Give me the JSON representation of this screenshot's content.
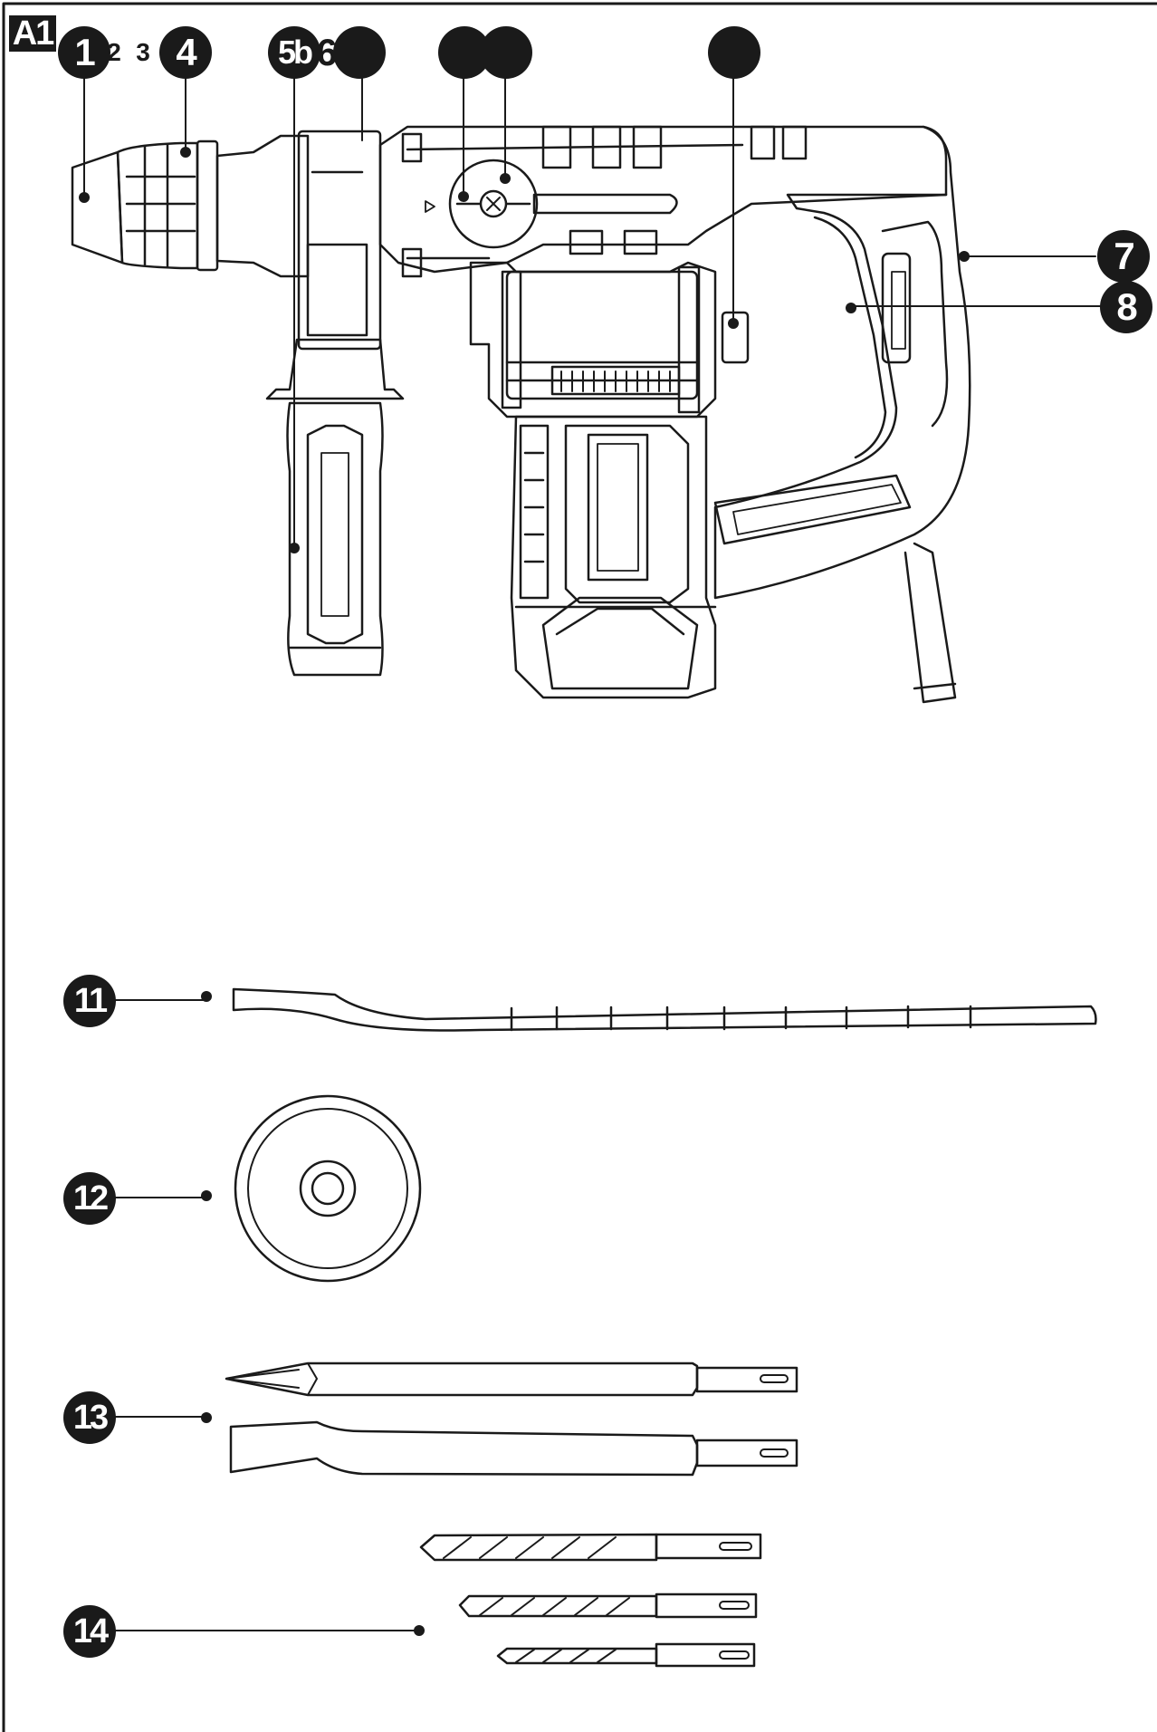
{
  "figure_tag": "A1",
  "callouts": {
    "c1": "1",
    "c2": "2",
    "c3": "3",
    "c4": "4",
    "c5b": "5b",
    "c6": "6",
    "c6a": "",
    "c9a": "",
    "c9b": "",
    "c10": "",
    "c7": "7",
    "c8": "8",
    "c11": "11",
    "c12": "12",
    "c13": "13",
    "c14": "14"
  },
  "colors": {
    "ink": "#1a1a1a",
    "paper": "#ffffff"
  }
}
